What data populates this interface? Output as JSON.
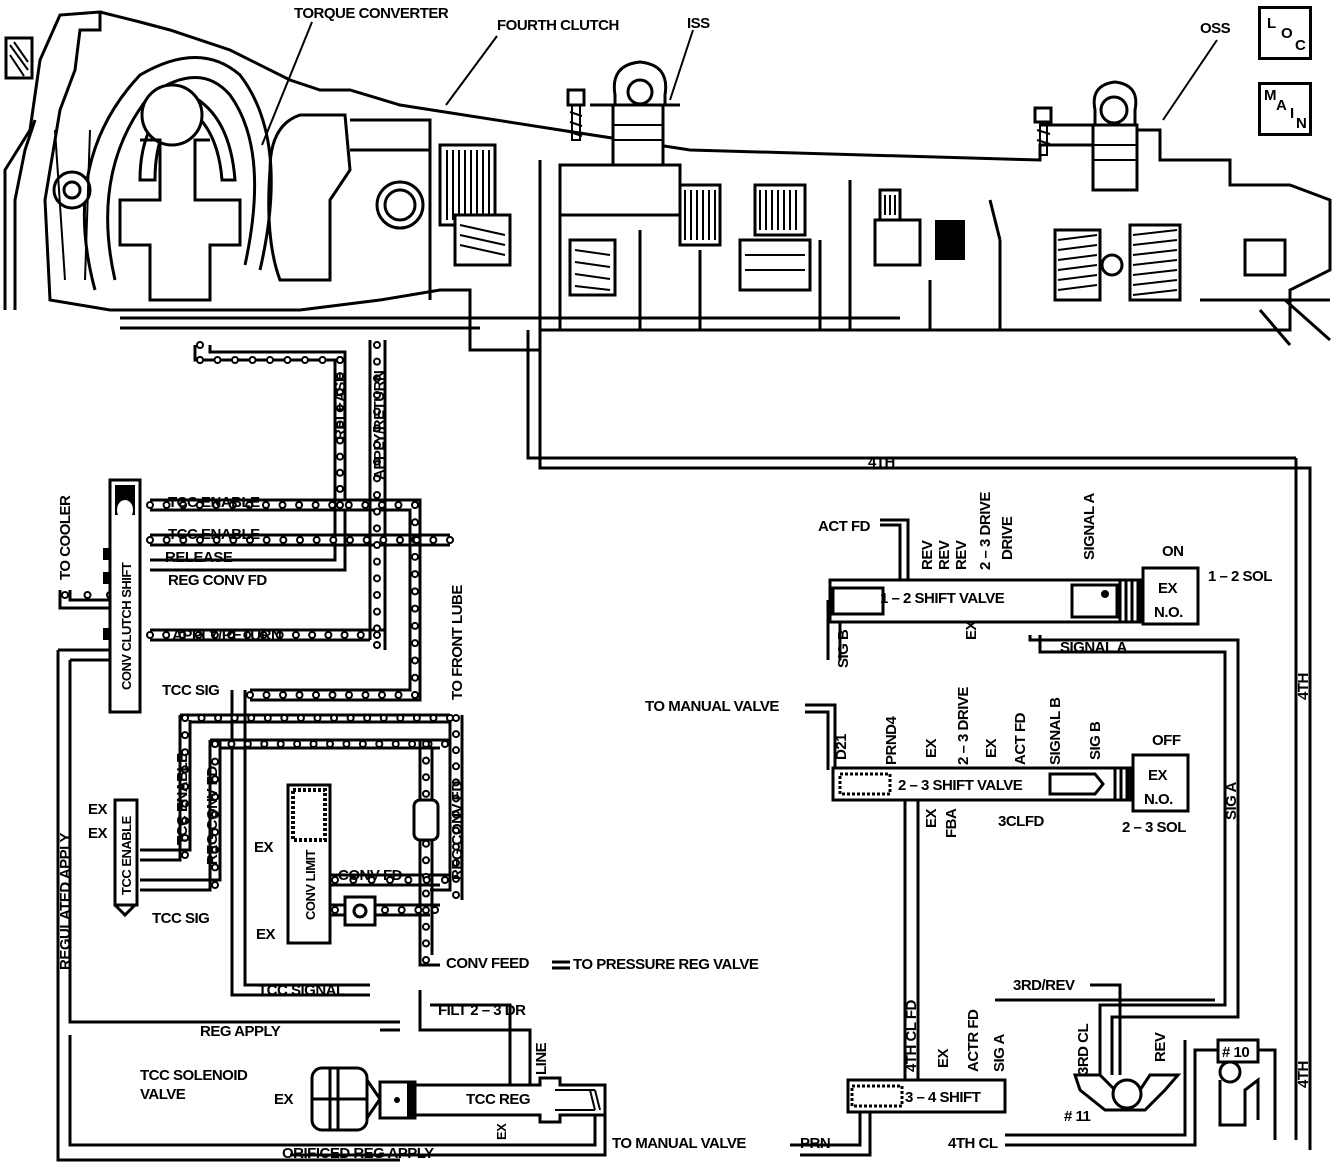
{
  "diagram": {
    "title": "Transmission hydraulic circuit — TCC / shift valves",
    "colors": {
      "ink": "#000000",
      "paper": "#ffffff"
    },
    "callouts": {
      "torque_converter": "TORQUE CONVERTER",
      "fourth_clutch": "FOURTH CLUTCH",
      "iss": "ISS",
      "oss": "OSS"
    },
    "corner_badges": {
      "loc": [
        "L",
        "O",
        "C"
      ],
      "main": [
        "M",
        "A",
        "I",
        "N"
      ]
    },
    "passages": {
      "release_v": "RELEASE",
      "apply_return_v": "APPLY/RETURN",
      "fourth_top": "4TH",
      "fourth_right_1": "4TH",
      "fourth_right_2": "4TH",
      "to_cooler": "TO COOLER",
      "tcc_enable_1": "TCC ENABLE",
      "tcc_enable_2": "TCC ENABLE",
      "release": "RELEASE",
      "reg_conv_fd": "REG CONV FD",
      "apply_return": "APPLY/RETURN",
      "tcc_sig": "TCC SIG",
      "to_front_lube": "TO FRONT LUBE",
      "tcc_enable_v": "TCC ENABLE",
      "reg_conv_fd_v": "REG CONV FD",
      "reg_conv_fd_v2": "REG CONV FD",
      "tcc_sig_2": "TCC SIG",
      "conv_fd": "CONV FD",
      "conv_feed": "CONV FEED",
      "to_pressure_reg_valve": "TO PRESSURE REG VALVE",
      "tcc_signal": "TCC SIGNAL",
      "filt_2_3_dr": "FILT 2 – 3 DR",
      "reg_apply": "REG APPLY",
      "regulated_apply": "REGULATED APPLY",
      "line": "LINE",
      "orificed_reg_apply": "ORIFICED REG APPLY",
      "to_manual_valve_bottom": "TO MANUAL VALVE",
      "prn": "PRN",
      "to_manual_valve_mid": "TO MANUAL VALVE",
      "act_fd": "ACT FD",
      "rev_1": "REV",
      "rev_2": "REV",
      "rev_3": "REV",
      "drive_2_3": "2 – 3 DRIVE",
      "drive": "DRIVE",
      "signal_a_top": "SIGNAL A",
      "ex_12": "EX",
      "sig_b_left": "SIG B",
      "signal_a_mid": "SIGNAL A",
      "sig_a_right": "SIG A",
      "d21": "D21",
      "prnd4": "PRND4",
      "ex_23a": "EX",
      "drive_2_3_b": "2 – 3 DRIVE",
      "ex_23b": "EX",
      "act_fd_2": "ACT FD",
      "signal_b": "SIGNAL B",
      "sig_b": "SIG B",
      "ex_23c": "EX",
      "fba": "FBA",
      "three_cl_fd": "3CLFD",
      "fourth_cl_fd": "4TH CL FD",
      "ex_34": "EX",
      "actr_fd": "ACTR FD",
      "sig_a_34": "SIG A",
      "fourth_cl": "4TH CL",
      "third_rev": "3RD/REV",
      "third_cl": "3RD CL",
      "rev_ball": "REV"
    },
    "components": {
      "conv_clutch_shift": "CONV CLUTCH SHIFT",
      "tcc_enable_valve": "TCC ENABLE",
      "conv_limit": "CONV LIMIT",
      "tcc_solenoid_valve": "TCC SOLENOID",
      "tcc_solenoid_valve_2": "VALVE",
      "tcc_reg": "TCC REG",
      "shift_12": "1 – 2 SHIFT VALVE",
      "shift_23": "2 – 3 SHIFT VALVE",
      "shift_34": "3 – 4 SHIFT",
      "sol_12": "1 – 2 SOL",
      "sol_12_state": "ON",
      "sol_23": "2 – 3 SOL",
      "sol_23_state": "OFF",
      "sol_ex": "EX",
      "sol_no": "N.O.",
      "ball_11": "# 11",
      "ball_10": "# 10",
      "ex": "EX"
    }
  }
}
